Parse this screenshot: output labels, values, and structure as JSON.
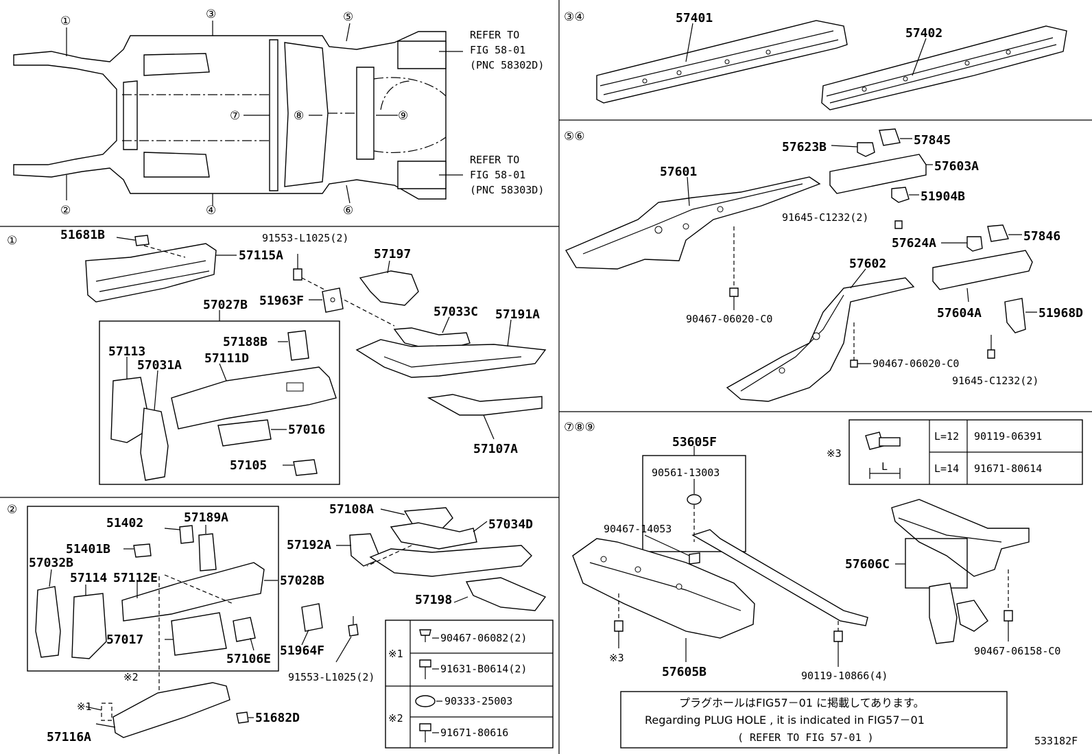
{
  "figure_id": "533182F",
  "overview": {
    "callouts": [
      "①",
      "②",
      "③",
      "④",
      "⑤",
      "⑥",
      "⑦",
      "⑧",
      "⑨"
    ],
    "refer_top": [
      "REFER TO",
      "FIG 58-01",
      "(PNC 58302D)"
    ],
    "refer_bottom": [
      "REFER TO",
      "FIG 58-01",
      "(PNC 58303D)"
    ]
  },
  "sections": {
    "s34": "③④",
    "s56": "⑤⑥",
    "s789": "⑦⑧⑨",
    "s1": "①",
    "s2": "②"
  },
  "s34_parts": [
    "57401",
    "57402"
  ],
  "s56_parts": {
    "p57623B": "57623B",
    "p57845": "57845",
    "p57603A": "57603A",
    "p51904B": "51904B",
    "p57601": "57601",
    "p91645a": "91645-C1232(2)",
    "p57624A": "57624A",
    "p57846": "57846",
    "p57602": "57602",
    "p90467a": "90467-06020-C0",
    "p57604A": "57604A",
    "p51968D": "51968D",
    "p90467b": "90467-06020-C0",
    "p91645b": "91645-C1232(2)"
  },
  "s1_parts": {
    "p51681B": "51681B",
    "p57115A": "57115A",
    "p91553": "91553-L1025(2)",
    "p57197": "57197",
    "p51963F": "51963F",
    "p57027B": "57027B",
    "p57033C": "57033C",
    "p57191A": "57191A",
    "p57113": "57113",
    "p57188B": "57188B",
    "p57031A": "57031A",
    "p57111D": "57111D",
    "p57016": "57016",
    "p57105": "57105",
    "p57107A": "57107A"
  },
  "s2_parts": {
    "p57189A": "57189A",
    "p51402": "51402",
    "p51401B": "51401B",
    "p57032B": "57032B",
    "p57114": "57114",
    "p57112E": "57112E",
    "p57028B": "57028B",
    "p57017": "57017",
    "p57106E": "57106E",
    "p57116A": "57116A",
    "p51682D": "51682D",
    "p57108A": "57108A",
    "p57034D": "57034D",
    "p57192A": "57192A",
    "p57198": "57198",
    "p51964F": "51964F",
    "p91553b": "91553-L1025(2)",
    "mark1": "※1",
    "mark2": "※2"
  },
  "legend": {
    "mark1": "※1",
    "mark2": "※2",
    "r1": "90467-06082(2)",
    "r2": "91631-B0614(2)",
    "r3": "90333-25003",
    "r4": "91671-80616"
  },
  "s789_parts": {
    "p53605F": "53605F",
    "p90561": "90561-13003",
    "p90467_14053": "90467-14053",
    "p57605B": "57605B",
    "mark3": "※3",
    "p90119_10866": "90119-10866(4)",
    "p57606C": "57606C",
    "p90467_06158": "90467-06158-C0"
  },
  "bolt_table": {
    "mark": "※3",
    "dim": "L",
    "rows": [
      {
        "length": "L=12",
        "part": "90119-06391"
      },
      {
        "length": "L=14",
        "part": "91671-80614"
      }
    ]
  },
  "note": {
    "jp": "プラグホールはFIG57－01 に掲載してあります。",
    "en": "Regarding PLUG HOLE , it is indicated in FIG57－01",
    "ref": "(    REFER TO FIG 57-01    )"
  }
}
